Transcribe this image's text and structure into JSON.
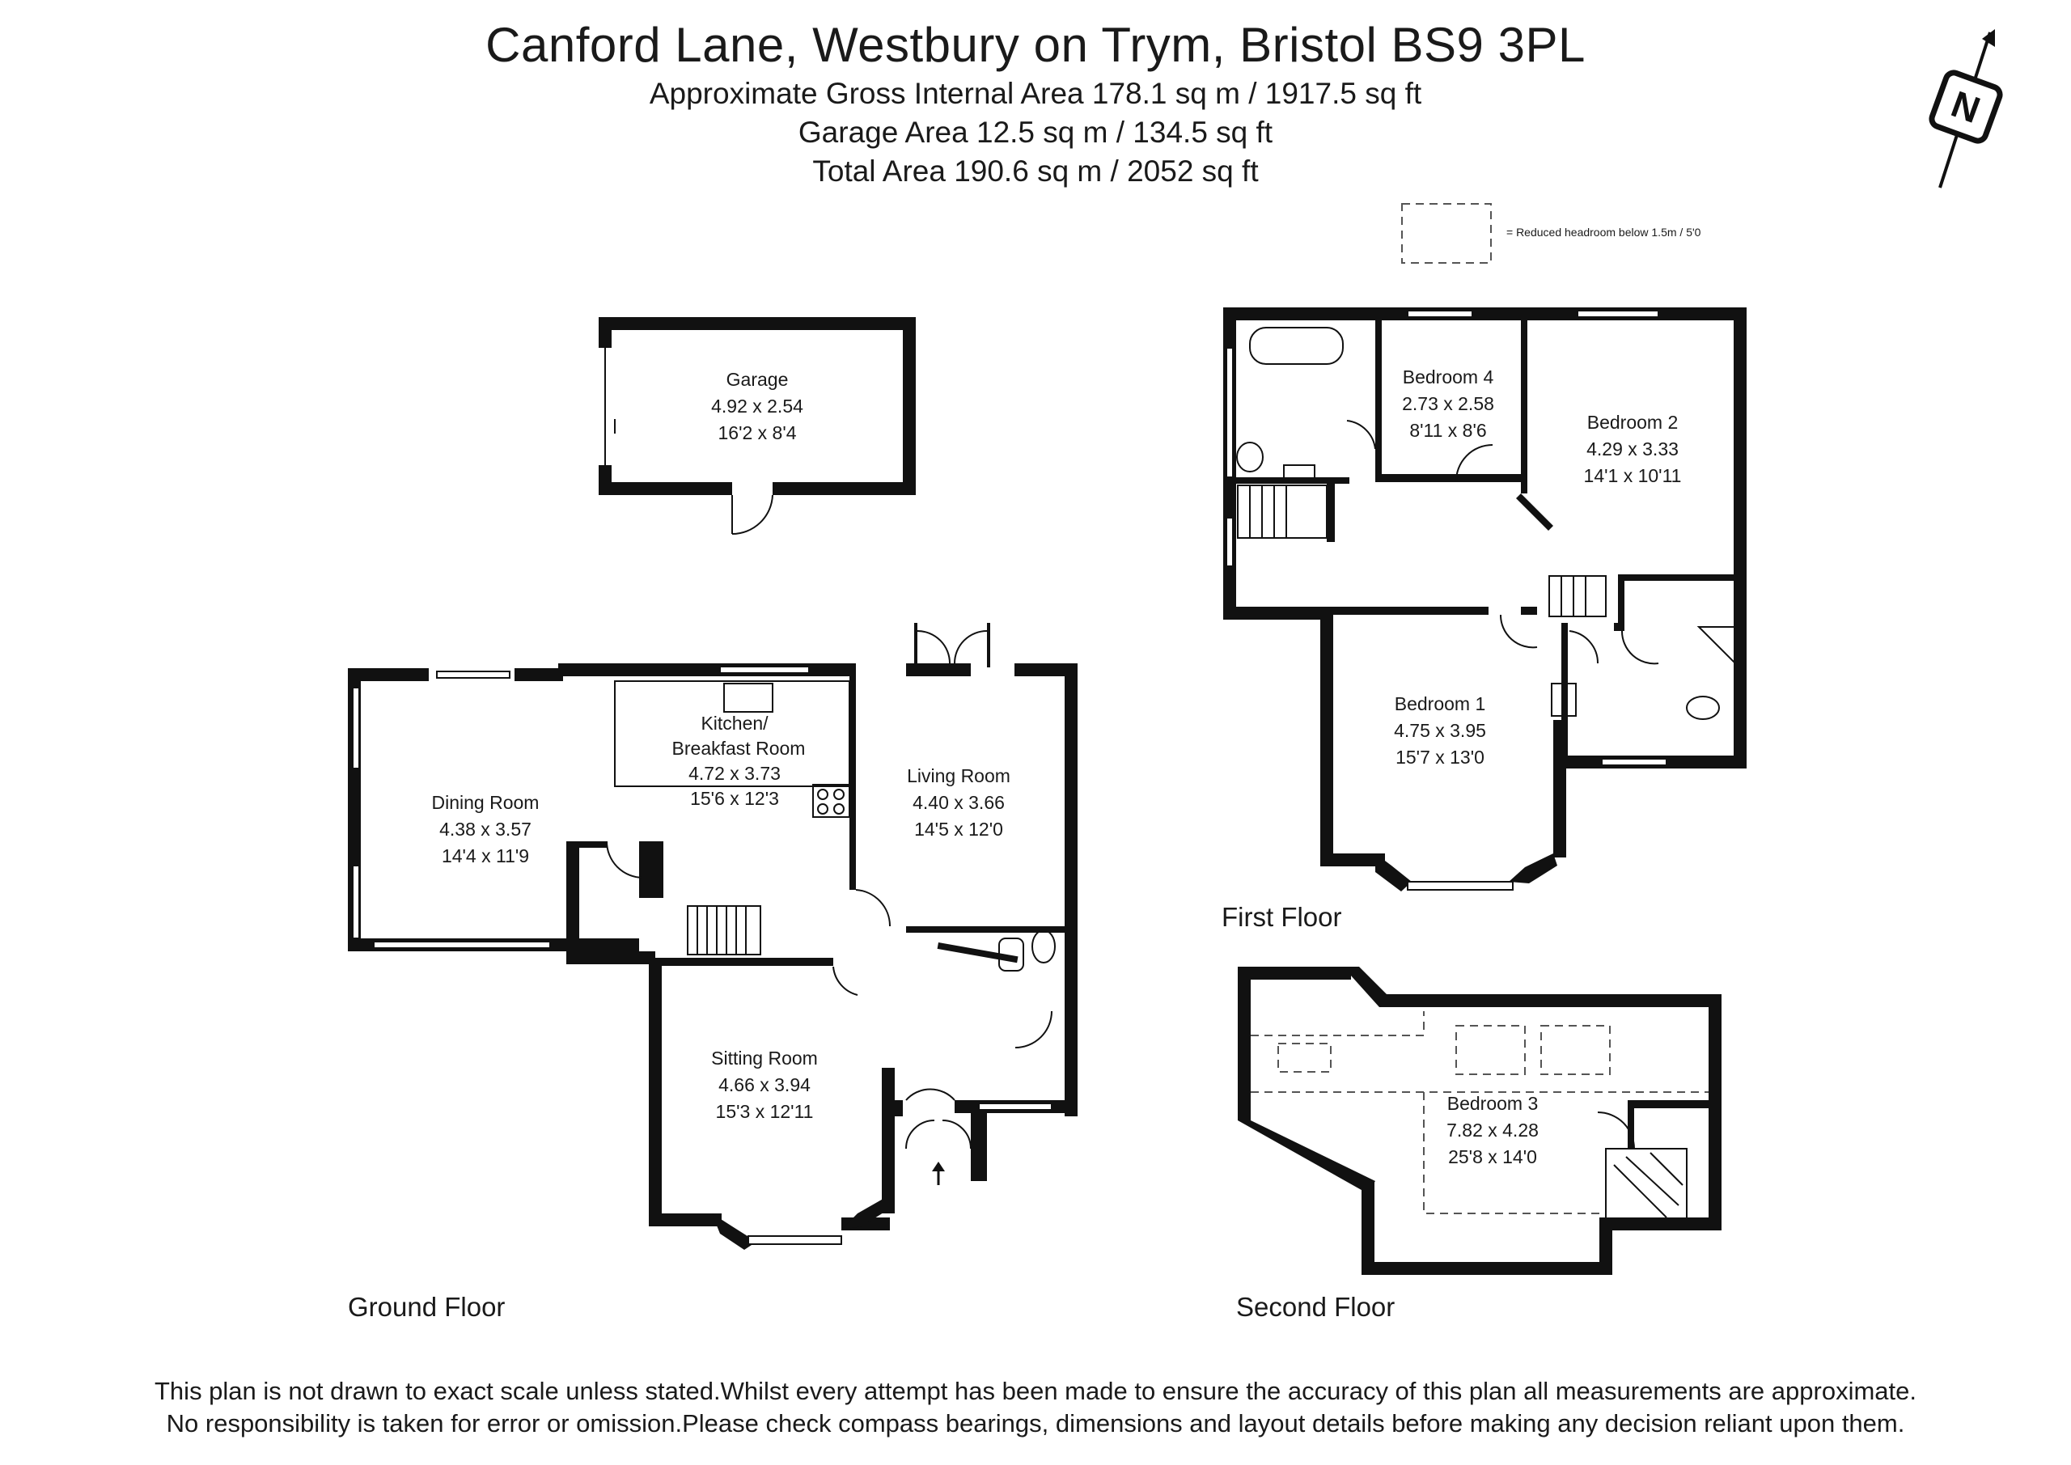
{
  "header": {
    "title": "Canford Lane, Westbury on Trym, Bristol BS9 3PL",
    "gross_area": "Approximate Gross Internal Area 178.1 sq m / 1917.5 sq ft",
    "garage_area": "Garage Area 12.5 sq m / 134.5  sq ft",
    "total_area": "Total Area 190.6 sq m / 2052 sq ft"
  },
  "legend": {
    "text": "= Reduced headroom below 1.5m / 5'0"
  },
  "compass": {
    "letter": "N"
  },
  "floors": {
    "ground": "Ground Floor",
    "first": "First Floor",
    "second": "Second Floor"
  },
  "rooms": {
    "garage": {
      "name": "Garage",
      "metric": "4.92 x 2.54",
      "imperial": "16'2 x 8'4"
    },
    "kitchen": {
      "name": "Kitchen/",
      "name2": "Breakfast Room",
      "metric": "4.72 x 3.73",
      "imperial": "15'6 x 12'3"
    },
    "dining": {
      "name": "Dining Room",
      "metric": "4.38 x 3.57",
      "imperial": "14'4 x 11'9"
    },
    "living": {
      "name": "Living Room",
      "metric": "4.40 x 3.66",
      "imperial": "14'5 x 12'0"
    },
    "sitting": {
      "name": "Sitting Room",
      "metric": "4.66 x 3.94",
      "imperial": "15'3 x 12'11"
    },
    "bedroom4": {
      "name": "Bedroom 4",
      "metric": "2.73 x 2.58",
      "imperial": "8'11 x 8'6"
    },
    "bedroom2": {
      "name": "Bedroom 2",
      "metric": "4.29 x 3.33",
      "imperial": "14'1 x 10'11"
    },
    "bedroom1": {
      "name": "Bedroom 1",
      "metric": "4.75 x 3.95",
      "imperial": "15'7 x 13'0"
    },
    "bedroom3": {
      "name": "Bedroom 3",
      "metric": "7.82 x 4.28",
      "imperial": "25'8 x 14'0"
    }
  },
  "footer": {
    "line1": "This plan is not drawn to exact scale unless stated.Whilst every attempt has been made to ensure the accuracy of this plan all measurements are approximate.",
    "line2": "No responsibility is taken for error or omission.Please check compass bearings, dimensions and layout details before making any decision reliant upon them."
  }
}
